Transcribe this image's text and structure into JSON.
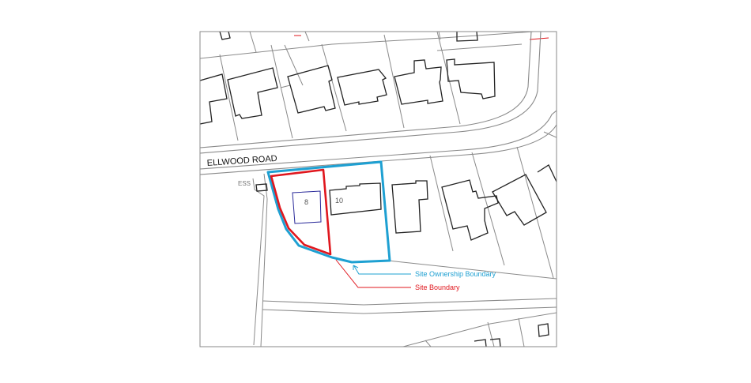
{
  "map": {
    "road_label": "ELLWOOD ROAD",
    "ess_label": "ESS",
    "plots": [
      {
        "number": "8"
      },
      {
        "number": "10"
      }
    ],
    "legend": {
      "ownership_label": "Site Ownership Boundary",
      "site_label": "Site Boundary"
    },
    "colors": {
      "ownership_boundary": "#1ea0d2",
      "site_boundary": "#e0171e",
      "plot_8_outline": "#2a2a9a",
      "frame": "#888888"
    }
  }
}
